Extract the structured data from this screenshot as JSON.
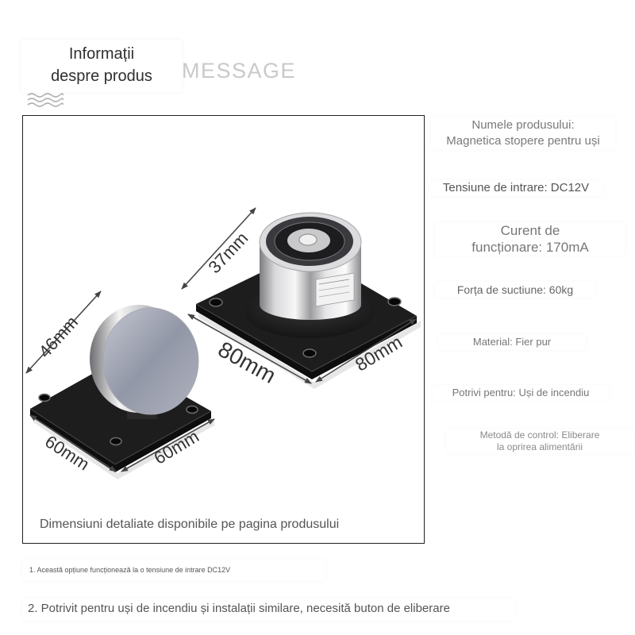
{
  "header": {
    "title_lines": [
      "Informații",
      "despre produs"
    ],
    "watermark": "/MESSAGE",
    "decoration_icon": "wave-lines-icon"
  },
  "product_image": {
    "dimension_labels": {
      "cylinder_height": "37mm",
      "base_length": "80mm",
      "base_width": "80mm",
      "armature_height": "46mm",
      "armature_base_length": "60mm",
      "armature_base_width": "60mm"
    },
    "caption": "Dimensiuni detaliate disponibile pe pagina produsului"
  },
  "specs": [
    {
      "lines": [
        "Numele produsului:",
        "Magnetica stopere pentru uși"
      ]
    },
    {
      "lines": [
        "Tensiune de intrare: DC12V"
      ]
    },
    {
      "lines": [
        "Curent de",
        "funcționare: 170mA"
      ]
    },
    {
      "lines": [
        "Forța de suctiune: 60kg"
      ]
    },
    {
      "lines": [
        "Material: Fier pur"
      ]
    },
    {
      "lines": [
        "Potrivi pentru: Uși de incendiu"
      ]
    },
    {
      "lines": [
        "Metodă de control: Eliberare",
        "la oprirea alimentării"
      ]
    }
  ],
  "footnotes": [
    "1. Această opțiune funcționează la o tensiune de intrare DC12V",
    "2. Potrivit pentru uși de incendiu și instalații similare, necesită buton de eliberare"
  ],
  "colors": {
    "text_dark": "#2f2f2f",
    "text_gray": "#777777",
    "watermark": "#c9c9c9",
    "frame": "#222222"
  }
}
